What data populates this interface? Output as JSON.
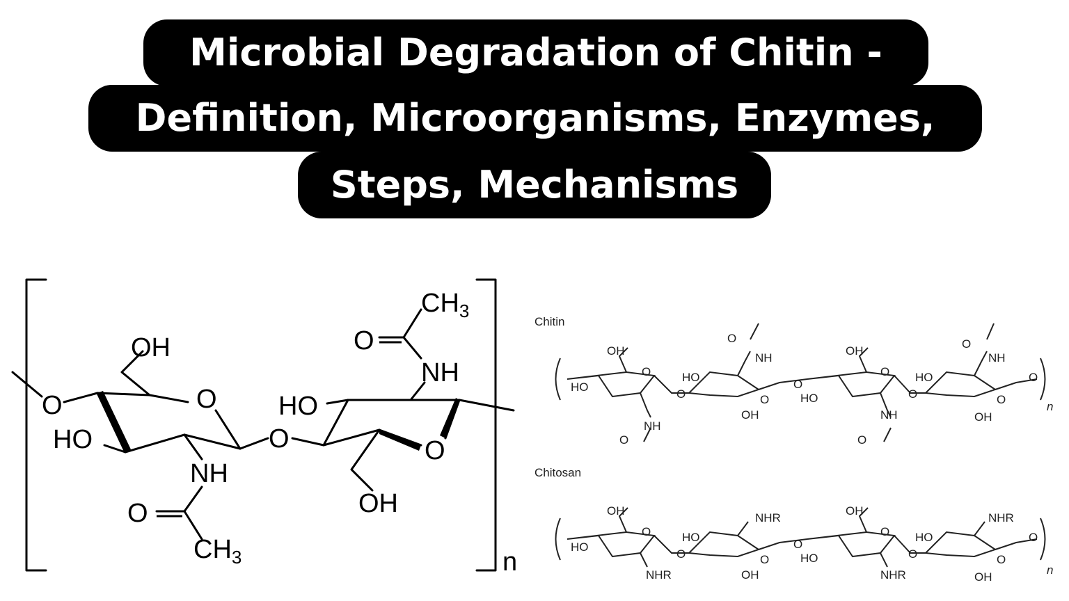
{
  "title": {
    "line1": "Microbial Degradation of Chitin -",
    "line2": "Definition, Microorganisms, Enzymes,",
    "line3": "Steps, Mechanisms"
  },
  "left_structure": {
    "atoms": {
      "oh_top": "OH",
      "o_ring1": "O",
      "o_link_left": "O",
      "ho_left": "HO",
      "nh_left": "NH",
      "o_carbonyl_left": "O",
      "ch3_left": "CH",
      "ch3_left_sub": "3",
      "o_bridge": "O",
      "ho_right": "HO",
      "o_ring2": "O",
      "oh_bottom": "OH",
      "nh_right": "NH",
      "o_carbonyl_right": "O",
      "ch3_right": "CH",
      "ch3_right_sub": "3",
      "repeat_n": "n"
    }
  },
  "right_structures": {
    "chitin_label": "Chitin",
    "chitosan_label": "Chitosan",
    "n": "n",
    "labels": {
      "oh": "OH",
      "ho": "HO",
      "o": "O",
      "nh": "NH",
      "nhr": "NHR"
    }
  },
  "colors": {
    "title_bg": "#000000",
    "title_text": "#ffffff",
    "structure": "#000000"
  }
}
